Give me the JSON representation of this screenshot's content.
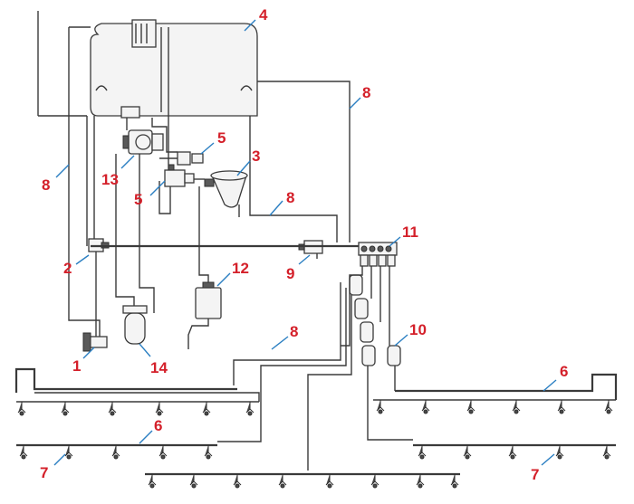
{
  "colors": {
    "callout_text": "#d4202a",
    "leader_line": "#2b7fc2",
    "line_art": "#3a3a3a",
    "background": "#ffffff"
  },
  "callouts": [
    {
      "id": "c4",
      "label": "4"
    },
    {
      "id": "c5a",
      "label": "5"
    },
    {
      "id": "c3",
      "label": "3"
    },
    {
      "id": "c5b",
      "label": "5"
    },
    {
      "id": "c13",
      "label": "13"
    },
    {
      "id": "c8a",
      "label": "8"
    },
    {
      "id": "c8b",
      "label": "8"
    },
    {
      "id": "c8c",
      "label": "8"
    },
    {
      "id": "c8d",
      "label": "8"
    },
    {
      "id": "c11",
      "label": "11"
    },
    {
      "id": "c2",
      "label": "2"
    },
    {
      "id": "c9",
      "label": "9"
    },
    {
      "id": "c12",
      "label": "12"
    },
    {
      "id": "c10",
      "label": "10"
    },
    {
      "id": "c1",
      "label": "1"
    },
    {
      "id": "c14",
      "label": "14"
    },
    {
      "id": "c6a",
      "label": "6"
    },
    {
      "id": "c6b",
      "label": "6"
    },
    {
      "id": "c7a",
      "label": "7"
    },
    {
      "id": "c7b",
      "label": "7"
    }
  ]
}
